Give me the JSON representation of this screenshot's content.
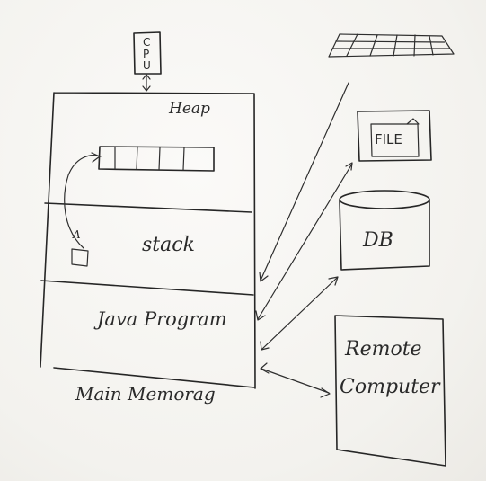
{
  "cpu": {
    "letters": [
      "C",
      "P",
      "U"
    ]
  },
  "main_memory": {
    "label": "Main Memorag",
    "heap": {
      "label": "Heap"
    },
    "stack": {
      "label": "stack",
      "item_letter": "A"
    },
    "java_program": {
      "label": "Java Program"
    }
  },
  "file": {
    "label": "FILE"
  },
  "database": {
    "label": "DB"
  },
  "remote": {
    "label_line1": "Remote",
    "label_line2": "Computer"
  },
  "colors": {
    "ink": "#262626",
    "board": "#f6f5f2"
  }
}
